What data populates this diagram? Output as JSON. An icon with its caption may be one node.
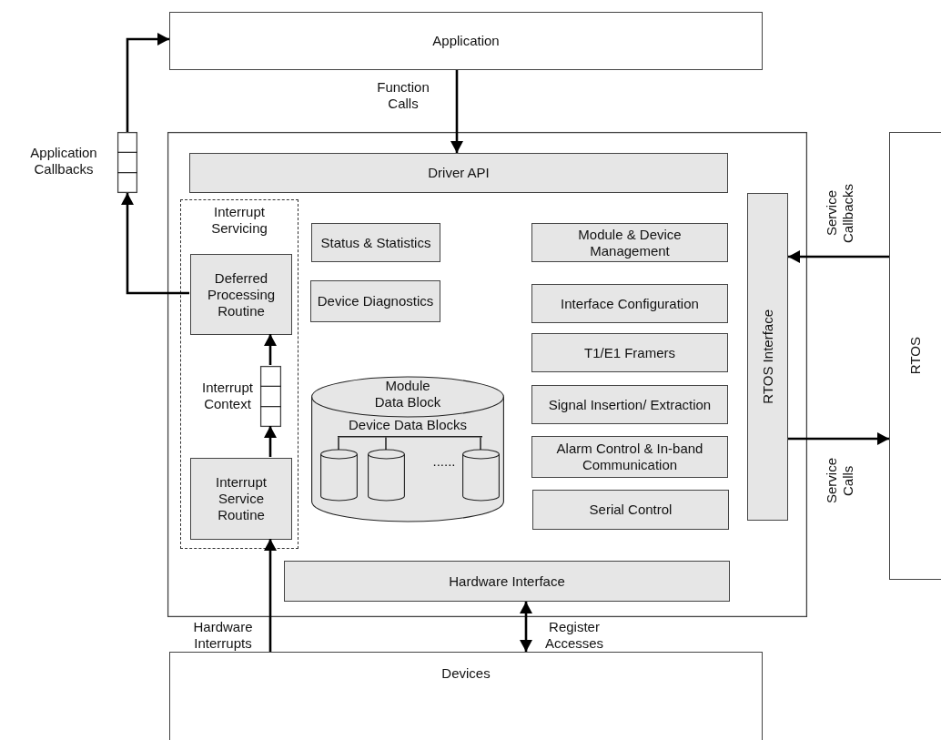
{
  "diagram": {
    "nodes": [
      {
        "text": [
          "Application"
        ]
      },
      {
        "text": [],
        "shape": "box"
      },
      {
        "text": [
          "Driver API"
        ],
        "in": 1
      },
      {
        "text": [
          "Interrupt Servicing"
        ],
        "in": 1
      },
      {
        "text": [
          "Deferred Processing Routine"
        ],
        "in": 3
      },
      {
        "text": [],
        "shape": "box",
        "beside": [
          "Interrupt Context"
        ],
        "in": 3
      },
      {
        "text": [
          "Interrupt Service Routine"
        ],
        "in": 3
      },
      {
        "text": [
          "Status & Statistics"
        ],
        "in": 1
      },
      {
        "text": [
          "Device Diagnostics"
        ],
        "in": 1
      },
      {
        "text": [
          "Module Data Block",
          "Device Data Blocks"
        ],
        "in": 1
      },
      {
        "text": [],
        "shape": "cylinder",
        "in": 9
      },
      {
        "text": [],
        "shape": "cylinder",
        "in": 9
      },
      {
        "text": [],
        "shape": "cylinder",
        "in": 9
      },
      {
        "text": [
          "Module & Device Management"
        ],
        "in": 1
      },
      {
        "text": [
          "Interface Configuration"
        ],
        "in": 1
      },
      {
        "text": [
          "T1/E1 Framers"
        ],
        "in": 1
      },
      {
        "text": [
          "Signal Insertion/ Extraction"
        ],
        "in": 1
      },
      {
        "text": [
          "Alarm Control & In-band Communication"
        ],
        "in": 1
      },
      {
        "text": [
          "Serial Control"
        ],
        "in": 1
      },
      {
        "text": [
          "RTOS Interface"
        ],
        "in": 1
      },
      {
        "text": [
          "Hardware Interface"
        ],
        "in": 1
      },
      {
        "text": [
          "RTOS"
        ]
      },
      {
        "text": [
          "Devices"
        ]
      },
      {
        "text": [],
        "shape": "box",
        "beside": [
          "Application Callbacks"
        ]
      },
      {
        "text": [],
        "shape": "bar",
        "in": 9
      }
    ],
    "edges": [
      {
        "from": 0,
        "to": 2,
        "arrow": "to",
        "label": "Function Calls"
      },
      {
        "from": 4,
        "to": 23,
        "arrow": "to"
      },
      {
        "from": 23,
        "to": 0,
        "arrow": "to"
      },
      {
        "from": 6,
        "to": 5,
        "arrow": "to"
      },
      {
        "from": 5,
        "to": 4,
        "arrow": "to"
      },
      {
        "from": 22,
        "to": 6,
        "arrow": "to",
        "label": "Hardware Interrupts"
      },
      {
        "from": 20,
        "to": 22,
        "arrow": "both",
        "label": "Register Accesses"
      },
      {
        "from": 21,
        "to": 19,
        "arrow": "to",
        "label": "Service Callbacks"
      },
      {
        "from": 19,
        "to": 21,
        "arrow": "to",
        "label": "Service Calls"
      },
      {
        "from": 24,
        "to": 10,
        "arrow": "none"
      },
      {
        "from": 24,
        "to": 11,
        "arrow": "none"
      },
      {
        "from": 24,
        "to": 12,
        "arrow": "none"
      }
    ],
    "labels": [
      "......"
    ]
  }
}
